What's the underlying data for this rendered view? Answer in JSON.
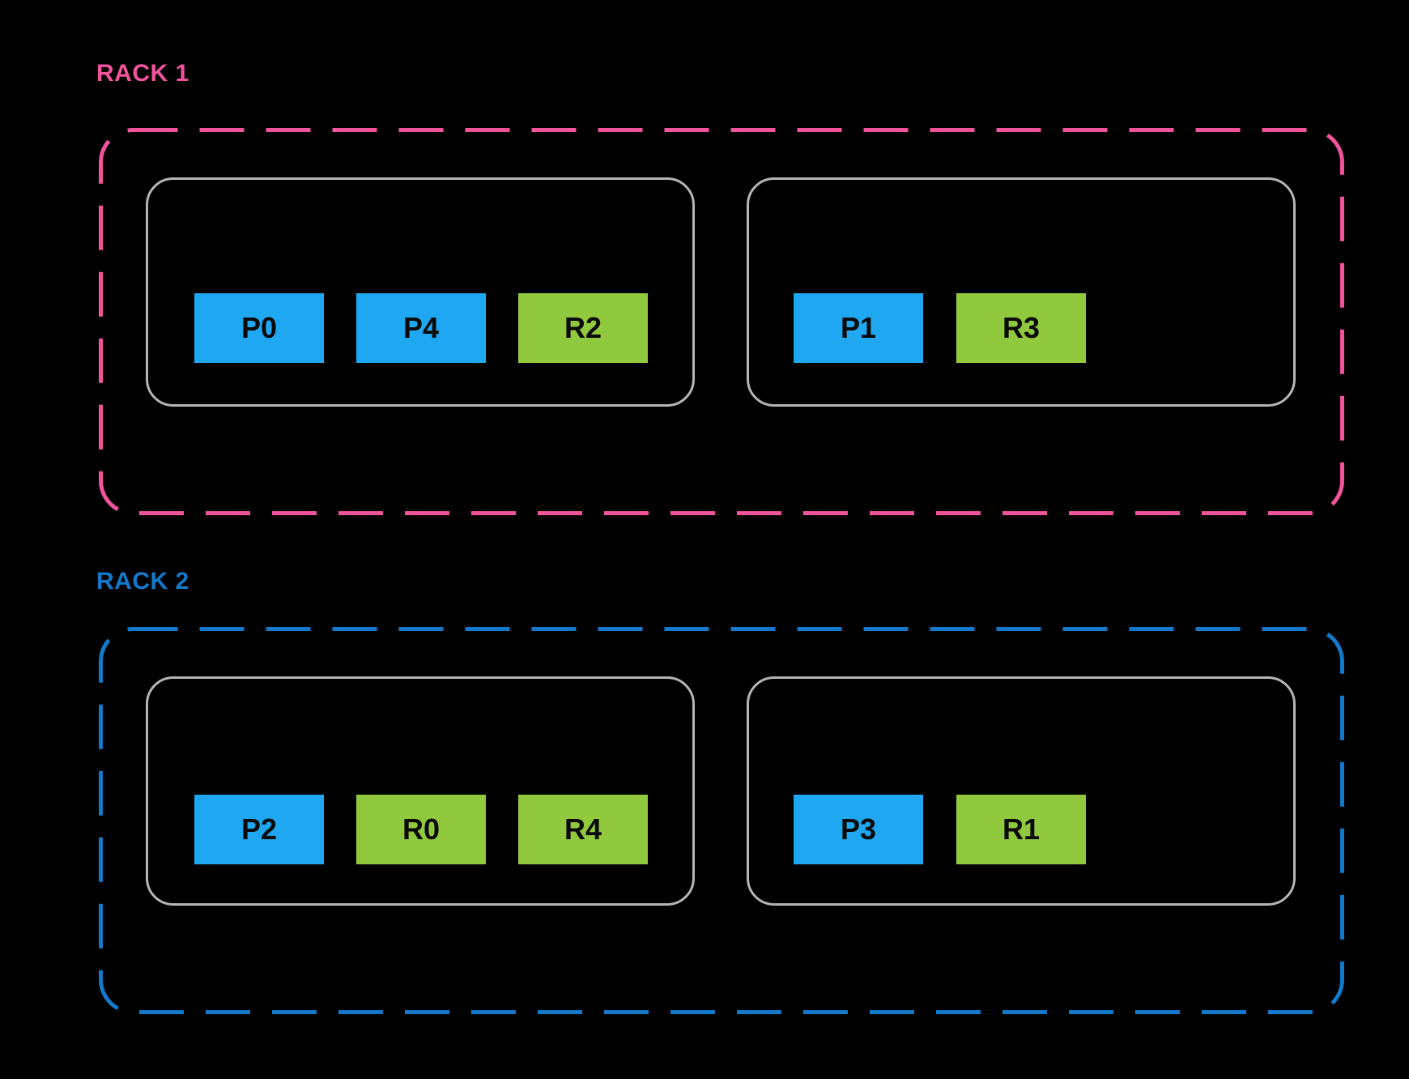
{
  "racks": [
    {
      "label": "RACK 1",
      "accent_color": "#F1549B",
      "hosts": [
        {
          "blocks": [
            {
              "label": "P0",
              "color": "#1FA7F1"
            },
            {
              "label": "P4",
              "color": "#1FA7F1"
            },
            {
              "label": "R2",
              "color": "#90C83E"
            }
          ]
        },
        {
          "blocks": [
            {
              "label": "P1",
              "color": "#1FA7F1"
            },
            {
              "label": "R3",
              "color": "#90C83E"
            }
          ]
        }
      ]
    },
    {
      "label": "RACK 2",
      "accent_color": "#1478CB",
      "hosts": [
        {
          "blocks": [
            {
              "label": "P2",
              "color": "#1FA7F1"
            },
            {
              "label": "R0",
              "color": "#90C83E"
            },
            {
              "label": "R4",
              "color": "#90C83E"
            }
          ]
        },
        {
          "blocks": [
            {
              "label": "P3",
              "color": "#1FA7F1"
            },
            {
              "label": "R1",
              "color": "#90C83E"
            }
          ]
        }
      ]
    }
  ],
  "colors": {
    "background": "#000000",
    "host_border": "#B5B5B5",
    "primary_block": "#1FA7F1",
    "replica_block": "#90C83E",
    "block_text": "#0A0A0A",
    "rack1_accent": "#F1549B",
    "rack2_accent": "#1478CB"
  }
}
